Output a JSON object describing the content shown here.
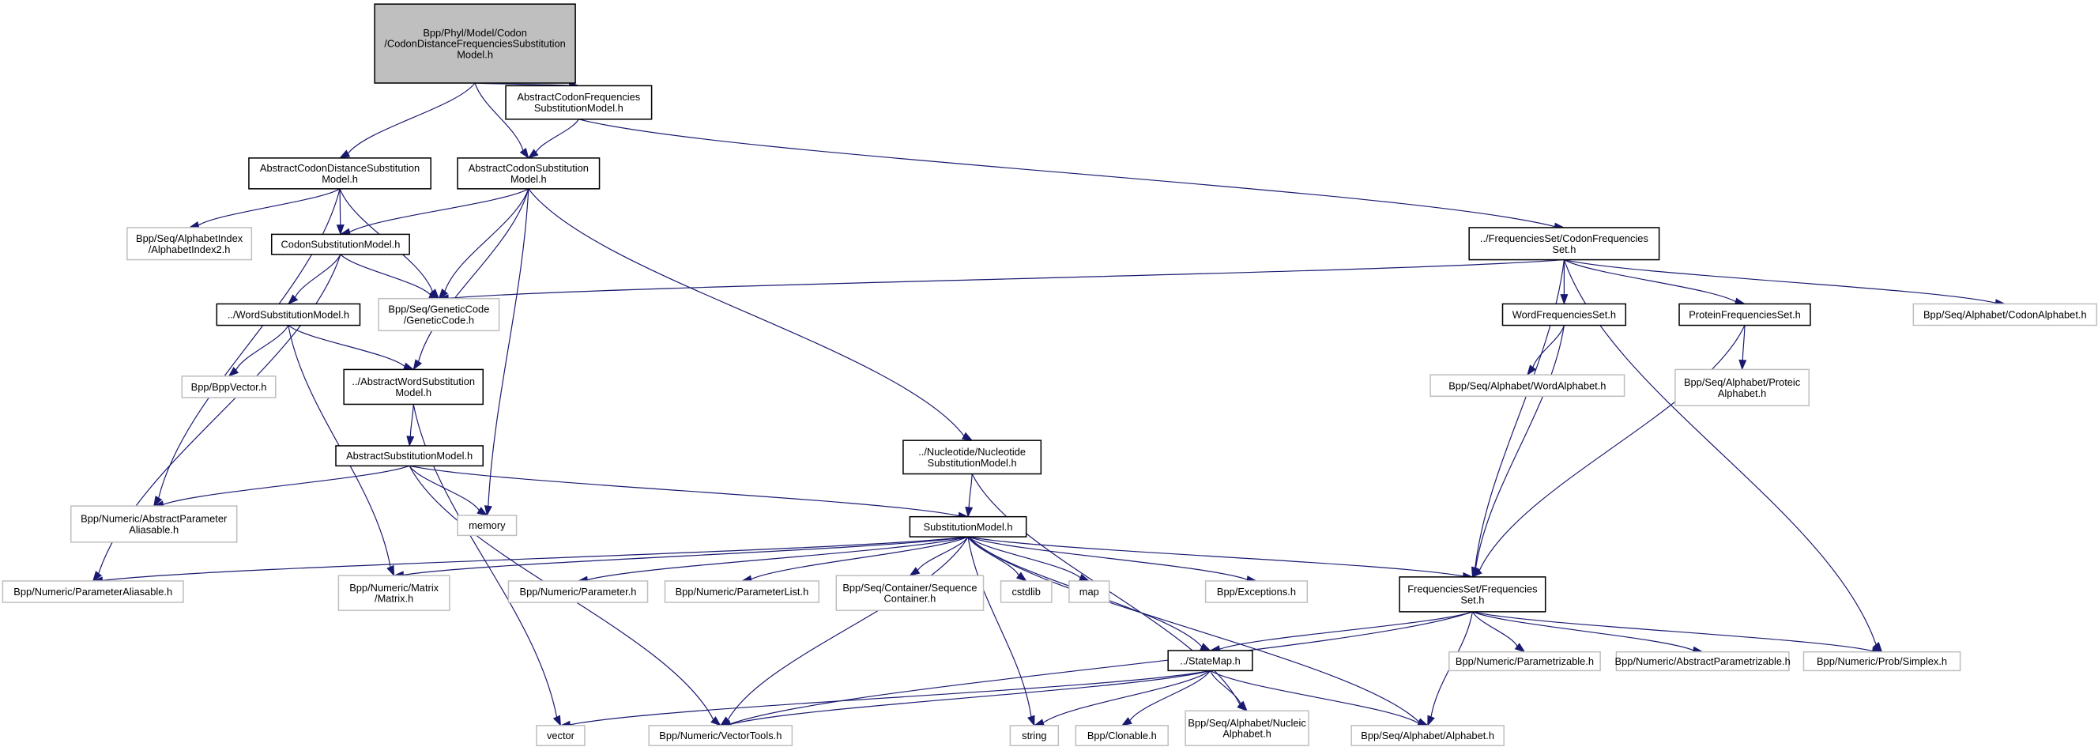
{
  "graph": {
    "edge_color": "#191970",
    "root_fill": "#bfbfbf",
    "external_border": "#bfbfbf",
    "nodes": [
      {
        "id": "root",
        "lines": [
          "Bpp/Phyl/Model/Codon",
          "/CodonDistanceFrequenciesSubstitution",
          "Model.h"
        ],
        "kind": "root"
      },
      {
        "id": "acfsm",
        "lines": [
          "AbstractCodonFrequencies",
          "SubstitutionModel.h"
        ],
        "kind": "documented"
      },
      {
        "id": "acdsm",
        "lines": [
          "AbstractCodonDistanceSubstitution",
          "Model.h"
        ],
        "kind": "documented"
      },
      {
        "id": "acsm",
        "lines": [
          "AbstractCodonSubstitution",
          "Model.h"
        ],
        "kind": "documented"
      },
      {
        "id": "ai2",
        "lines": [
          "Bpp/Seq/AlphabetIndex",
          "/AlphabetIndex2.h"
        ],
        "kind": "external"
      },
      {
        "id": "csm",
        "lines": [
          "CodonSubstitutionModel.h"
        ],
        "kind": "documented"
      },
      {
        "id": "wsm",
        "lines": [
          "../WordSubstitutionModel.h"
        ],
        "kind": "documented"
      },
      {
        "id": "gc",
        "lines": [
          "Bpp/Seq/GeneticCode",
          "/GeneticCode.h"
        ],
        "kind": "external"
      },
      {
        "id": "cfs",
        "lines": [
          "../FrequenciesSet/CodonFrequencies",
          "Set.h"
        ],
        "kind": "documented"
      },
      {
        "id": "wfs",
        "lines": [
          "WordFrequenciesSet.h"
        ],
        "kind": "documented"
      },
      {
        "id": "pfs",
        "lines": [
          "ProteinFrequenciesSet.h"
        ],
        "kind": "documented"
      },
      {
        "id": "codonalpha",
        "lines": [
          "Bpp/Seq/Alphabet/CodonAlphabet.h"
        ],
        "kind": "external"
      },
      {
        "id": "bppvector",
        "lines": [
          "Bpp/BppVector.h"
        ],
        "kind": "external"
      },
      {
        "id": "awsm",
        "lines": [
          "../AbstractWordSubstitution",
          "Model.h"
        ],
        "kind": "documented"
      },
      {
        "id": "wordalpha",
        "lines": [
          "Bpp/Seq/Alphabet/WordAlphabet.h"
        ],
        "kind": "external"
      },
      {
        "id": "protalpha",
        "lines": [
          "Bpp/Seq/Alphabet/Proteic",
          "Alphabet.h"
        ],
        "kind": "external"
      },
      {
        "id": "asm",
        "lines": [
          "AbstractSubstitutionModel.h"
        ],
        "kind": "documented"
      },
      {
        "id": "nsm",
        "lines": [
          "../Nucleotide/Nucleotide",
          "SubstitutionModel.h"
        ],
        "kind": "documented"
      },
      {
        "id": "apa",
        "lines": [
          "Bpp/Numeric/AbstractParameter",
          "Aliasable.h"
        ],
        "kind": "external"
      },
      {
        "id": "memory",
        "lines": [
          "memory"
        ],
        "kind": "external"
      },
      {
        "id": "sm",
        "lines": [
          "SubstitutionModel.h"
        ],
        "kind": "documented"
      },
      {
        "id": "pa",
        "lines": [
          "Bpp/Numeric/ParameterAliasable.h"
        ],
        "kind": "external"
      },
      {
        "id": "matrix",
        "lines": [
          "Bpp/Numeric/Matrix",
          "/Matrix.h"
        ],
        "kind": "external"
      },
      {
        "id": "param",
        "lines": [
          "Bpp/Numeric/Parameter.h"
        ],
        "kind": "external"
      },
      {
        "id": "plist",
        "lines": [
          "Bpp/Numeric/ParameterList.h"
        ],
        "kind": "external"
      },
      {
        "id": "seqcont",
        "lines": [
          "Bpp/Seq/Container/Sequence",
          "Container.h"
        ],
        "kind": "external"
      },
      {
        "id": "cstdlib",
        "lines": [
          "cstdlib"
        ],
        "kind": "external"
      },
      {
        "id": "map",
        "lines": [
          "map"
        ],
        "kind": "external"
      },
      {
        "id": "exceptions",
        "lines": [
          "Bpp/Exceptions.h"
        ],
        "kind": "external"
      },
      {
        "id": "fs",
        "lines": [
          "FrequenciesSet/Frequencies",
          "Set.h"
        ],
        "kind": "documented"
      },
      {
        "id": "statemap",
        "lines": [
          "../StateMap.h"
        ],
        "kind": "documented"
      },
      {
        "id": "parametrizable",
        "lines": [
          "Bpp/Numeric/Parametrizable.h"
        ],
        "kind": "external"
      },
      {
        "id": "aparametrizable",
        "lines": [
          "Bpp/Numeric/AbstractParametrizable.h"
        ],
        "kind": "external"
      },
      {
        "id": "simplex",
        "lines": [
          "Bpp/Numeric/Prob/Simplex.h"
        ],
        "kind": "external"
      },
      {
        "id": "vector",
        "lines": [
          "vector"
        ],
        "kind": "external"
      },
      {
        "id": "vectortools",
        "lines": [
          "Bpp/Numeric/VectorTools.h"
        ],
        "kind": "external"
      },
      {
        "id": "string",
        "lines": [
          "string"
        ],
        "kind": "external"
      },
      {
        "id": "clonable",
        "lines": [
          "Bpp/Clonable.h"
        ],
        "kind": "external"
      },
      {
        "id": "nucalpha",
        "lines": [
          "Bpp/Seq/Alphabet/Nucleic",
          "Alphabet.h"
        ],
        "kind": "external"
      },
      {
        "id": "alphabet",
        "lines": [
          "Bpp/Seq/Alphabet/Alphabet.h"
        ],
        "kind": "external"
      }
    ],
    "edges": [
      [
        "root",
        "acdsm"
      ],
      [
        "root",
        "acsm"
      ],
      [
        "root",
        "acfsm"
      ],
      [
        "acfsm",
        "acsm"
      ],
      [
        "acfsm",
        "cfs"
      ],
      [
        "acdsm",
        "ai2"
      ],
      [
        "acdsm",
        "csm"
      ],
      [
        "acdsm",
        "gc"
      ],
      [
        "acdsm",
        "apa"
      ],
      [
        "acsm",
        "csm"
      ],
      [
        "acsm",
        "gc"
      ],
      [
        "acsm",
        "awsm"
      ],
      [
        "acsm",
        "memory"
      ],
      [
        "acsm",
        "nsm"
      ],
      [
        "csm",
        "wsm"
      ],
      [
        "csm",
        "gc"
      ],
      [
        "csm",
        "pa"
      ],
      [
        "wsm",
        "bppvector"
      ],
      [
        "wsm",
        "awsm"
      ],
      [
        "wsm",
        "matrix"
      ],
      [
        "cfs",
        "gc"
      ],
      [
        "cfs",
        "wfs"
      ],
      [
        "cfs",
        "pfs"
      ],
      [
        "cfs",
        "codonalpha"
      ],
      [
        "cfs",
        "fs"
      ],
      [
        "cfs",
        "simplex"
      ],
      [
        "wfs",
        "wordalpha"
      ],
      [
        "wfs",
        "fs"
      ],
      [
        "pfs",
        "protalpha"
      ],
      [
        "pfs",
        "fs"
      ],
      [
        "awsm",
        "asm"
      ],
      [
        "awsm",
        "vector"
      ],
      [
        "asm",
        "apa"
      ],
      [
        "asm",
        "memory"
      ],
      [
        "asm",
        "sm"
      ],
      [
        "asm",
        "vectortools"
      ],
      [
        "nsm",
        "sm"
      ],
      [
        "nsm",
        "nucalpha"
      ],
      [
        "sm",
        "pa"
      ],
      [
        "sm",
        "matrix"
      ],
      [
        "sm",
        "param"
      ],
      [
        "sm",
        "plist"
      ],
      [
        "sm",
        "seqcont"
      ],
      [
        "sm",
        "cstdlib"
      ],
      [
        "sm",
        "map"
      ],
      [
        "sm",
        "exceptions"
      ],
      [
        "sm",
        "fs"
      ],
      [
        "sm",
        "statemap"
      ],
      [
        "sm",
        "vectortools"
      ],
      [
        "sm",
        "string"
      ],
      [
        "sm",
        "alphabet"
      ],
      [
        "fs",
        "statemap"
      ],
      [
        "fs",
        "parametrizable"
      ],
      [
        "fs",
        "aparametrizable"
      ],
      [
        "fs",
        "simplex"
      ],
      [
        "fs",
        "vectortools"
      ],
      [
        "fs",
        "alphabet"
      ],
      [
        "statemap",
        "vector"
      ],
      [
        "statemap",
        "vectortools"
      ],
      [
        "statemap",
        "string"
      ],
      [
        "statemap",
        "clonable"
      ],
      [
        "statemap",
        "nucalpha"
      ],
      [
        "statemap",
        "alphabet"
      ]
    ]
  }
}
